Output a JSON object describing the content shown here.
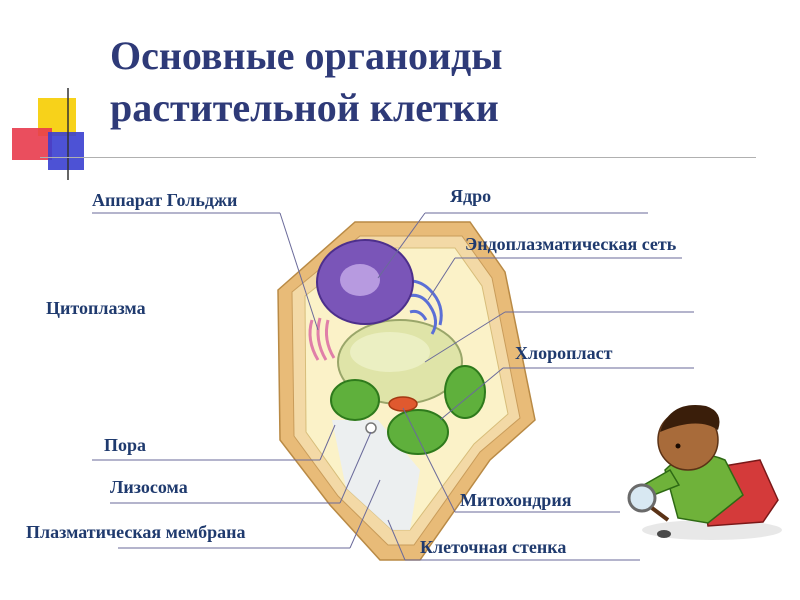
{
  "title": {
    "line1": "Основные органоиды",
    "line2": "растительной клетки"
  },
  "labels": {
    "golgi": "Аппарат Гольджи",
    "nucleus": "Ядро",
    "er": "Эндоплазматическая сеть",
    "cytoplasm": "Цитоплазма",
    "chloroplast": "Хлоропласт",
    "pore": "Пора",
    "lysosome": "Лизосома",
    "mitochondria": "Митохондрия",
    "membrane": "Плазматическая мембрана",
    "cell_wall": "Клеточная стенка"
  },
  "colors": {
    "title": "#2e3a78",
    "label": "#1f3a6e",
    "leader": "#6a6a9a",
    "cell_wall": "#e7b672",
    "nucleus": "#7a55b8",
    "chloroplast": "#5fb03c",
    "vacuole": "#dfe4a8"
  }
}
